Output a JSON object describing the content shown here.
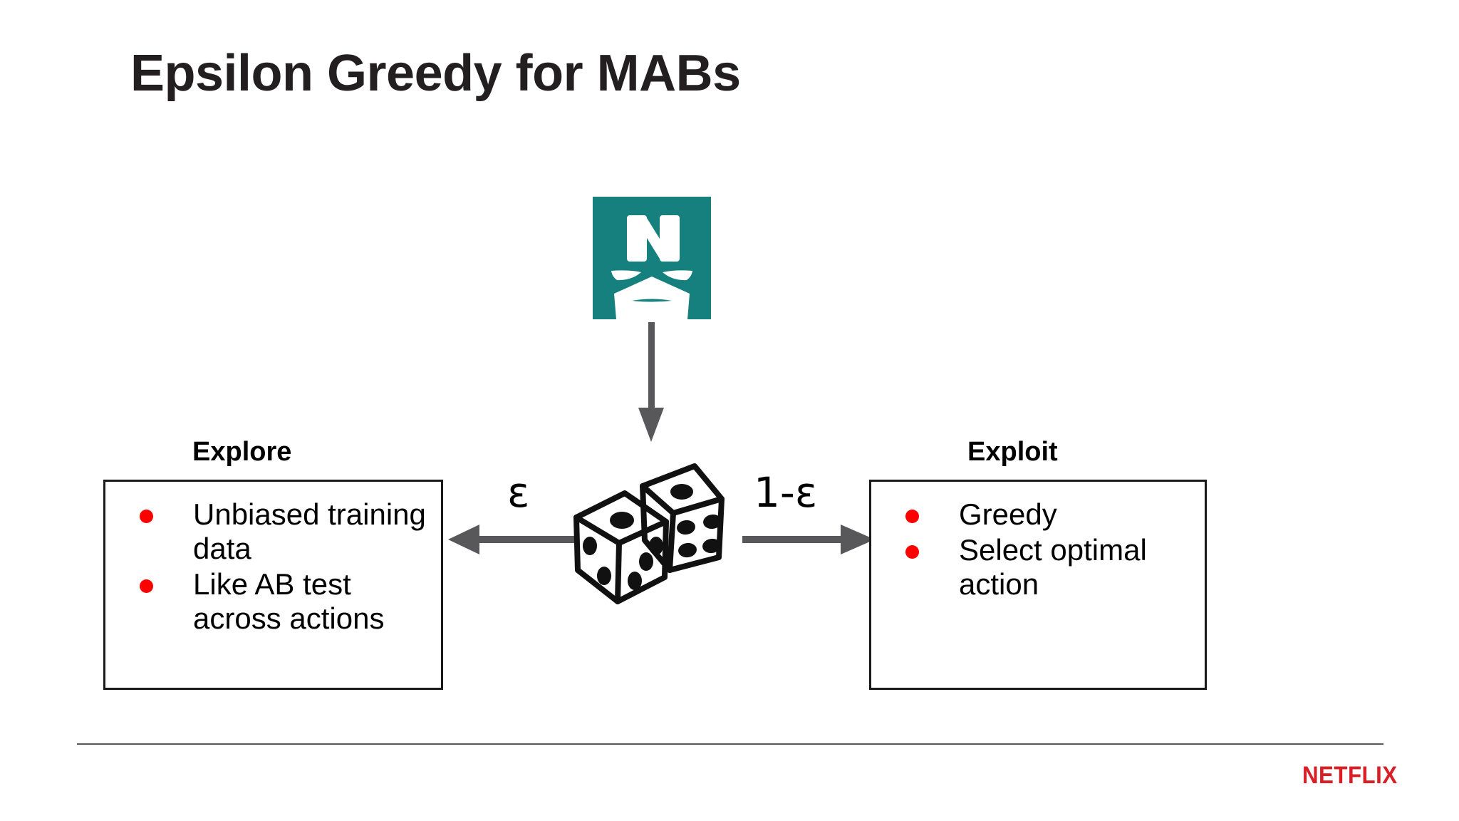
{
  "slide": {
    "title": "Epsilon Greedy for MABs",
    "background_color": "#FFFFFF"
  },
  "diagram": {
    "source_icon": {
      "name": "netflix-n-avatar-icon",
      "letter": "N",
      "plate_color": "#15807D",
      "mark_color": "#FFFFFF"
    },
    "center_icon": {
      "name": "dice-icon",
      "description": "two dice",
      "color": "#000000"
    },
    "arrows": {
      "down_color": "#58585B",
      "left_color": "#58585B",
      "right_color": "#58585B"
    },
    "branch_labels": {
      "left": "ε",
      "right": "1-ε"
    },
    "branches": [
      {
        "heading": "Explore",
        "bullet_color": "#FF0000",
        "border_color": "#1A1A1A",
        "bullets": [
          "Unbiased training data",
          "Like AB test across actions"
        ]
      },
      {
        "heading": "Exploit",
        "bullet_color": "#FF0000",
        "border_color": "#1A1A1A",
        "bullets": [
          "Greedy",
          "Select optimal action"
        ]
      }
    ]
  },
  "footer": {
    "brand": "NETFLIX",
    "brand_color": "#D81F26",
    "divider_color": "#58585B"
  }
}
